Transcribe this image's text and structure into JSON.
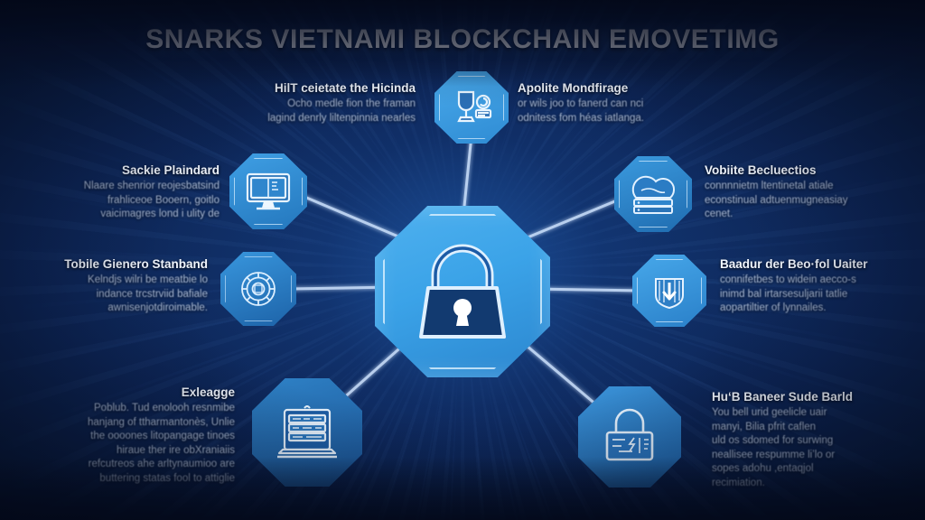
{
  "title": "SNARKS VIETNAMI BLOCKCHAIN EMOVETIMG",
  "colors": {
    "background_deep": "#050e24",
    "background_mid": "#0d2556",
    "background_glow": "#143a78",
    "node_light": "#3ba3e8",
    "node_mid": "#2b7fc8",
    "node_dark": "#1b4f91",
    "lock_body": "#123a70",
    "title_text": "#ffffff",
    "heading_text": "#f2f7ff",
    "body_text": "#b7c6df",
    "connector": "#cfe4ff"
  },
  "center": {
    "icon": "padlock-icon",
    "label": "central-padlock-node"
  },
  "nodes": [
    {
      "id": "node-top-center",
      "icon": "trophy-icon"
    },
    {
      "id": "node-upper-left",
      "icon": "monitor-icon"
    },
    {
      "id": "node-upper-right",
      "icon": "cloud-server-icon"
    },
    {
      "id": "node-mid-left",
      "icon": "gear-emblem-icon"
    },
    {
      "id": "node-mid-right",
      "icon": "shield-download-icon"
    },
    {
      "id": "node-bottom-left",
      "icon": "laptop-rack-icon"
    },
    {
      "id": "node-bottom-right",
      "icon": "padlock-outline-icon"
    }
  ],
  "blocks": {
    "top_left": {
      "heading": "HilT ceietate the Hicinda",
      "lines": [
        "Ocho medle fion the framan",
        "lagind denrly liltenpinnia nearles"
      ]
    },
    "top_right": {
      "heading": "Apolite Mondfirage",
      "lines": [
        "or wils joo to fanerd can nci",
        "odnitess fom héas iatlanga."
      ]
    },
    "upper_left": {
      "heading": "Sackie Plaindard",
      "lines": [
        "Nlaare shenrior reojesbatsind",
        "frahliceoe Booern, goitlo",
        "vaicimagres lond i ulity de"
      ]
    },
    "upper_right": {
      "heading": "Vobiite Becluectios",
      "lines": [
        "connnnietm ltentinetal atiale",
        "econstinual adtuenmugneasiay",
        "cenet."
      ]
    },
    "mid_left": {
      "heading": "Tobile Gienero Stanband",
      "lines": [
        "Kelndjs wilri be meatbie lo",
        "indance trcstrviid bafiale",
        "awnisenjotdiroimable."
      ]
    },
    "mid_right": {
      "heading": "Baadur der Beo·fol Uaiter",
      "lines": [
        "connifetbes to widein aecco-s",
        "inimd bal irtarsesuljarii tatlie",
        "aopartiltier of lynnailes."
      ]
    },
    "bottom_left": {
      "heading": "Exleagge",
      "lines": [
        "Poblub. Tud enolooh resnmibe",
        "hanjang of ttharmantonès, Unlie",
        "the oooones litopangage tinoes",
        "hiraue ther ire obXraniaiis",
        "refcutreos ahe arltynaumioo are",
        "buttering statas fool to attiglie"
      ]
    },
    "bottom_right": {
      "heading": "HuʻB Baneer Sude Barld",
      "lines": [
        "You bell urid geelicle uair",
        "manyi, Bilia pfrit caflen",
        "uld os sdomed for surwing",
        "neallisee respumme liʼlo or",
        "sopes adohu ,entaqjol",
        "recimiation."
      ]
    }
  }
}
